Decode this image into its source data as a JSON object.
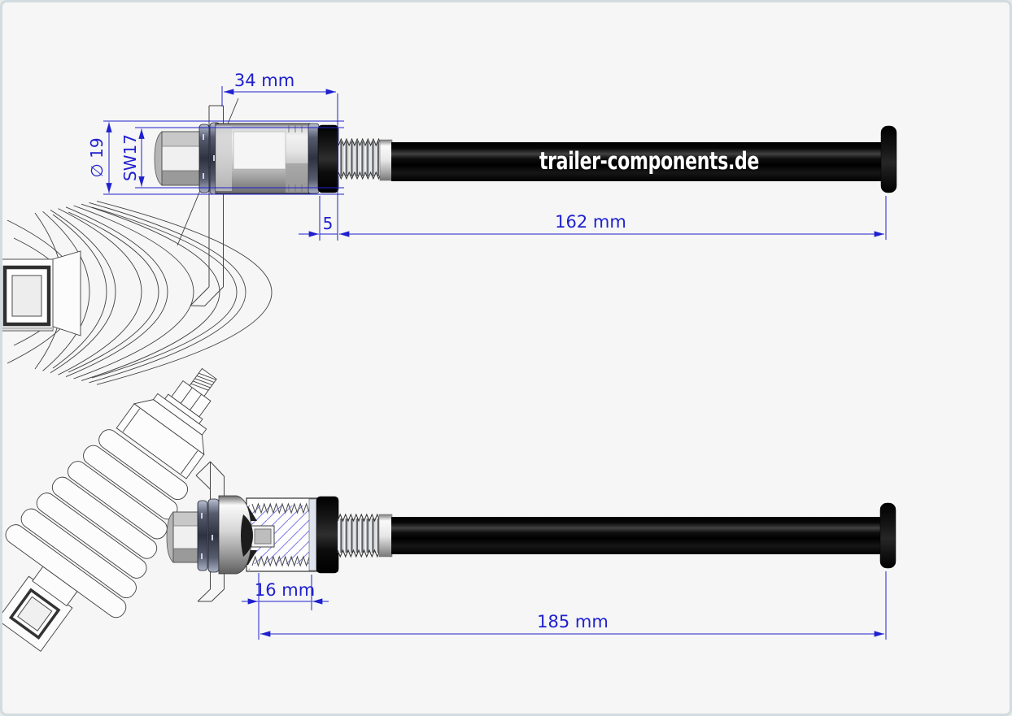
{
  "page": {
    "background": "#f5f6f5",
    "frame_border": "#d2dbdf"
  },
  "colors": {
    "dimension_blue": "#2020cf",
    "hatch_blue": "#8080e8",
    "shaft_black": "#0a0a0a",
    "brand_text": "#ffffff"
  },
  "brand": {
    "label": "trailer-components.de"
  },
  "dims": {
    "top": {
      "width": "34 mm",
      "diameter": "∅ 19",
      "wrench": "SW17",
      "ring": "5",
      "length": "162 mm"
    },
    "bottom": {
      "thread": "16 mm",
      "length": "185 mm"
    }
  }
}
